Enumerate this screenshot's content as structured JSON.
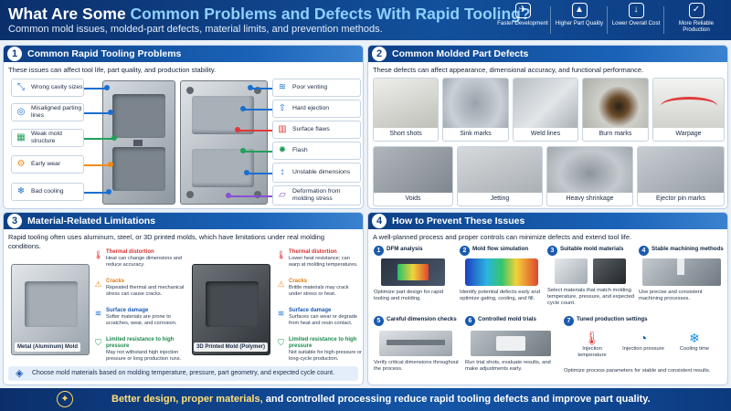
{
  "header": {
    "title_pre": "What Are Some ",
    "title_hl": "Common Problems and Defects With Rapid Tooling?",
    "subtitle": "Common mold issues, molded-part defects, material limits, and prevention methods.",
    "features": [
      {
        "icon": "rocket-icon",
        "label": "Faster Development"
      },
      {
        "icon": "chart-icon",
        "label": "Higher Part Quality"
      },
      {
        "icon": "down-arrow-icon",
        "label": "Lower Overall Cost"
      },
      {
        "icon": "shield-icon",
        "label": "More Reliable Production"
      }
    ]
  },
  "section1": {
    "num": "1",
    "title": "Common Rapid Tooling Problems",
    "desc": "These issues can affect tool life, part quality, and production stability.",
    "left": [
      {
        "label": "Wrong cavity sizes",
        "color": "#1a6fd0"
      },
      {
        "label": "Misaligned parting lines",
        "color": "#1a6fd0"
      },
      {
        "label": "Weak mold structure",
        "color": "#21a05a"
      },
      {
        "label": "Early wear",
        "color": "#f08a1c"
      },
      {
        "label": "Bad cooling",
        "color": "#1a6fd0"
      }
    ],
    "right": [
      {
        "label": "Poor venting",
        "color": "#1a6fd0"
      },
      {
        "label": "Hard ejection",
        "color": "#1a6fd0"
      },
      {
        "label": "Surface flaws",
        "color": "#e03a3a"
      },
      {
        "label": "Flash",
        "color": "#21a05a"
      },
      {
        "label": "Unstable dimensions",
        "color": "#1a6fd0"
      },
      {
        "label": "Deformation from molding stress",
        "color": "#8a4fd0"
      }
    ]
  },
  "section2": {
    "num": "2",
    "title": "Common Molded Part Defects",
    "desc": "These defects can affect appearance, dimensional accuracy, and functional performance.",
    "defects": [
      "Short shots",
      "Sink marks",
      "Weld lines",
      "Burn marks",
      "Warpage",
      "Voids",
      "Jetting",
      "Heavy shrinkage",
      "Ejector pin marks"
    ]
  },
  "section3": {
    "num": "3",
    "title": "Material-Related Limitations",
    "desc": "Rapid tooling often uses aluminum, steel, or 3D printed molds, which have limitations under real molding conditions.",
    "metal": {
      "tag": "Metal (Aluminum) Mold",
      "items": [
        {
          "t": "Thermal distortion",
          "d": "Heat can change dimensions and reduce accuracy."
        },
        {
          "t": "Cracks",
          "d": "Repeated thermal and mechanical stress can cause cracks."
        },
        {
          "t": "Surface damage",
          "d": "Softer materials are prone to scratches, wear, and corrosion."
        },
        {
          "t": "Limited resistance to high pressure",
          "d": "May not withstand high injection pressure or long production runs."
        }
      ]
    },
    "printed": {
      "tag": "3D Printed Mold (Polymer)",
      "items": [
        {
          "t": "Thermal distortion",
          "d": "Lower heat resistance; can warp at molding temperatures."
        },
        {
          "t": "Cracks",
          "d": "Brittle materials may crack under stress or heat."
        },
        {
          "t": "Surface damage",
          "d": "Surfaces can wear or degrade from heat and resin contact."
        },
        {
          "t": "Limited resistance to high pressure",
          "d": "Not suitable for high-pressure or long-cycle production."
        }
      ]
    },
    "note": "Choose mold materials based on molding temperature, pressure, part geometry, and expected cycle count."
  },
  "section4": {
    "num": "4",
    "title": "How to Prevent These Issues",
    "desc": "A well-planned process and proper controls can minimize defects and extend tool life.",
    "steps": [
      {
        "n": "1",
        "t": "DFM analysis",
        "d": "Optimize part design for rapid tooling and molding."
      },
      {
        "n": "2",
        "t": "Mold flow simulation",
        "d": "Identify potential defects early and optimize gating, cooling, and fill."
      },
      {
        "n": "3",
        "t": "Suitable mold materials",
        "d": "Select materials that match molding temperature, pressure, and expected cycle count."
      },
      {
        "n": "4",
        "t": "Stable machining methods",
        "d": "Use precise and consistent machining processes."
      },
      {
        "n": "5",
        "t": "Careful dimension checks",
        "d": "Verify critical dimensions throughout the process."
      },
      {
        "n": "6",
        "t": "Controlled mold trials",
        "d": "Run trial shots, evaluate results, and make adjustments early."
      },
      {
        "n": "7",
        "t": "Tuned production settings",
        "d": "Optimize process parameters for stable and consistent results."
      }
    ],
    "settings": [
      "Injection temperature",
      "Injection pressure",
      "Cooling time"
    ]
  },
  "footer": {
    "text_hl": "Better design, proper materials,",
    "text_rest": " and controlled processing reduce rapid tooling defects and improve part quality."
  }
}
